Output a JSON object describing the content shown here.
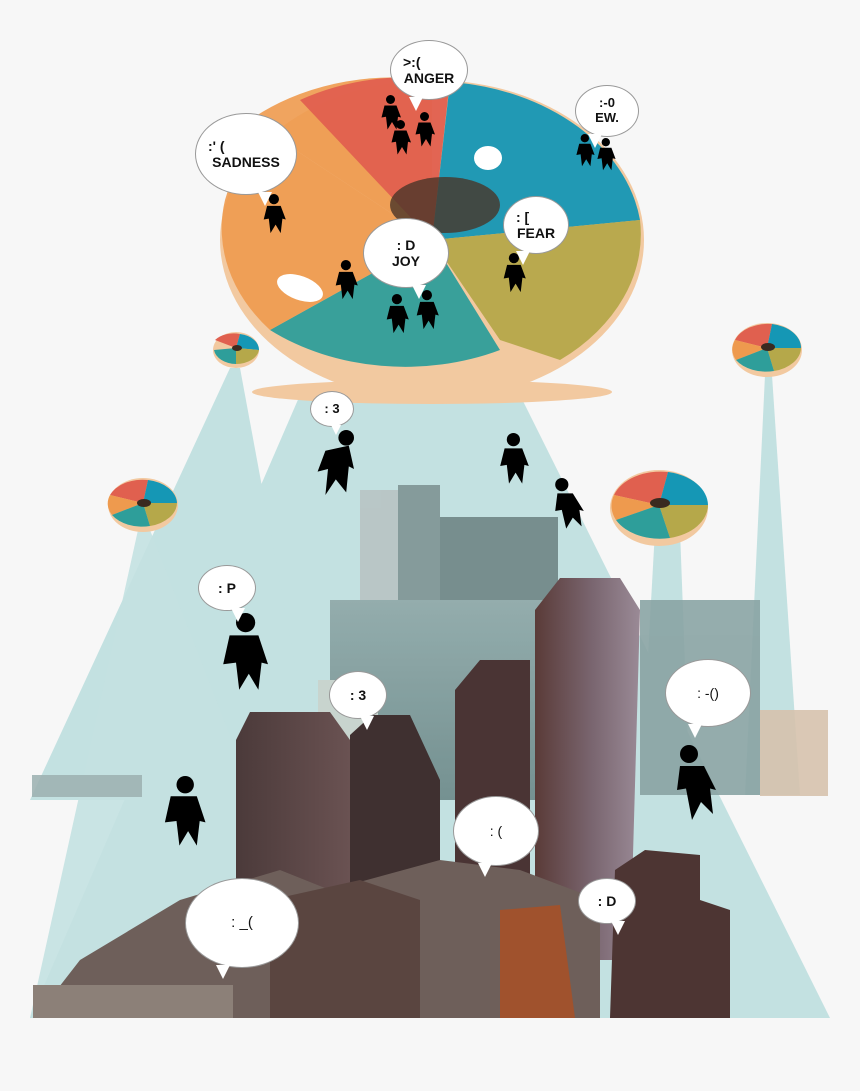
{
  "colors": {
    "background": "#f7f7f7",
    "beam": "#a8d6d6",
    "donut_red": "#e0604f",
    "donut_orange": "#ee9a4e",
    "donut_teal": "#2e9e9a",
    "donut_blue": "#1597b5",
    "donut_olive": "#b5a84a",
    "donut_base": "#f2c9a0",
    "person": "#000000"
  },
  "main_donut": {
    "bubbles": [
      {
        "id": "anger",
        "face": ">:(",
        "label": "ANGER"
      },
      {
        "id": "disgust",
        "face": ":-0",
        "label": "EW."
      },
      {
        "id": "sadness",
        "face": ":' (",
        "label": "SADNESS"
      },
      {
        "id": "fear",
        "face": ": [",
        "label": "FEAR"
      },
      {
        "id": "joy",
        "face": ": D",
        "label": "JOY"
      }
    ]
  },
  "ground_bubbles": [
    {
      "id": "b-3-top",
      "face": ": 3"
    },
    {
      "id": "b-p",
      "face": ": P"
    },
    {
      "id": "b-3-mid",
      "face": ": 3"
    },
    {
      "id": "b-surprised",
      "face": ": -()"
    },
    {
      "id": "b-sad",
      "face": ": ("
    },
    {
      "id": "b-cry",
      "face": ": _("
    },
    {
      "id": "b-grin",
      "face": ": D"
    }
  ]
}
